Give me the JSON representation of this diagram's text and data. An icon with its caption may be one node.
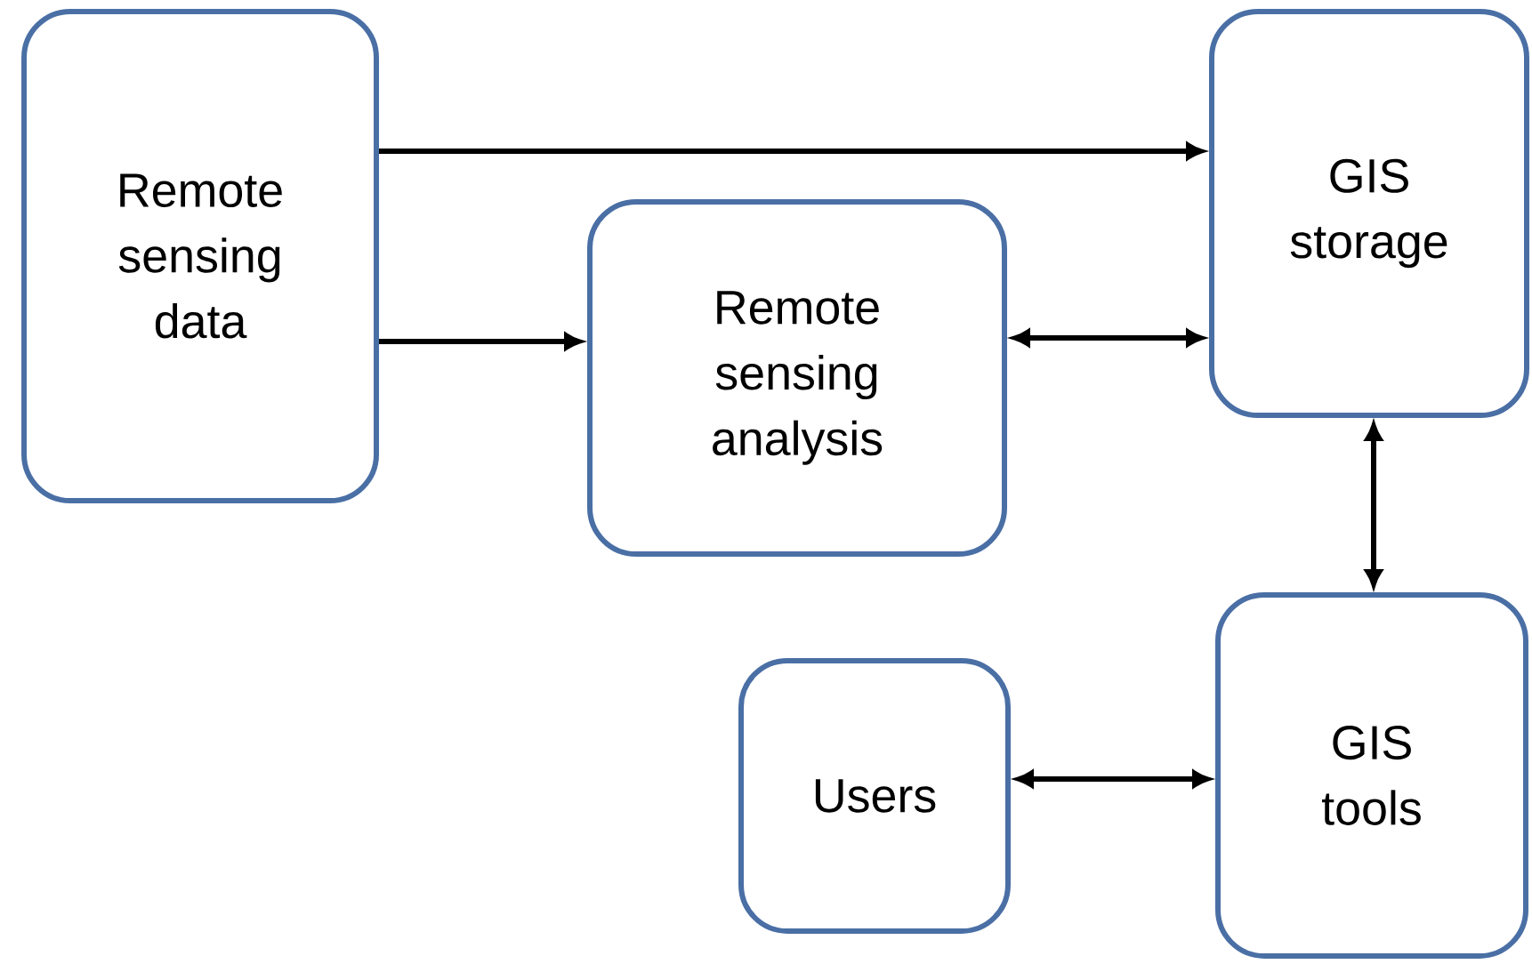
{
  "diagram": {
    "nodes": [
      {
        "text": [
          "Remote sensing data"
        ]
      },
      {
        "text": [
          "Remote sensing analysis"
        ]
      },
      {
        "text": [
          "GIS storage"
        ]
      },
      {
        "text": [
          "GIS tools"
        ]
      },
      {
        "text": [
          "Users"
        ]
      }
    ],
    "edges": [
      {
        "from": 0,
        "to": 2,
        "arrow": "to"
      },
      {
        "from": 0,
        "to": 1,
        "arrow": "to"
      },
      {
        "from": 1,
        "to": 2,
        "arrow": "both"
      },
      {
        "from": 2,
        "to": 3,
        "arrow": "both"
      },
      {
        "from": 4,
        "to": 3,
        "arrow": "both"
      }
    ]
  }
}
